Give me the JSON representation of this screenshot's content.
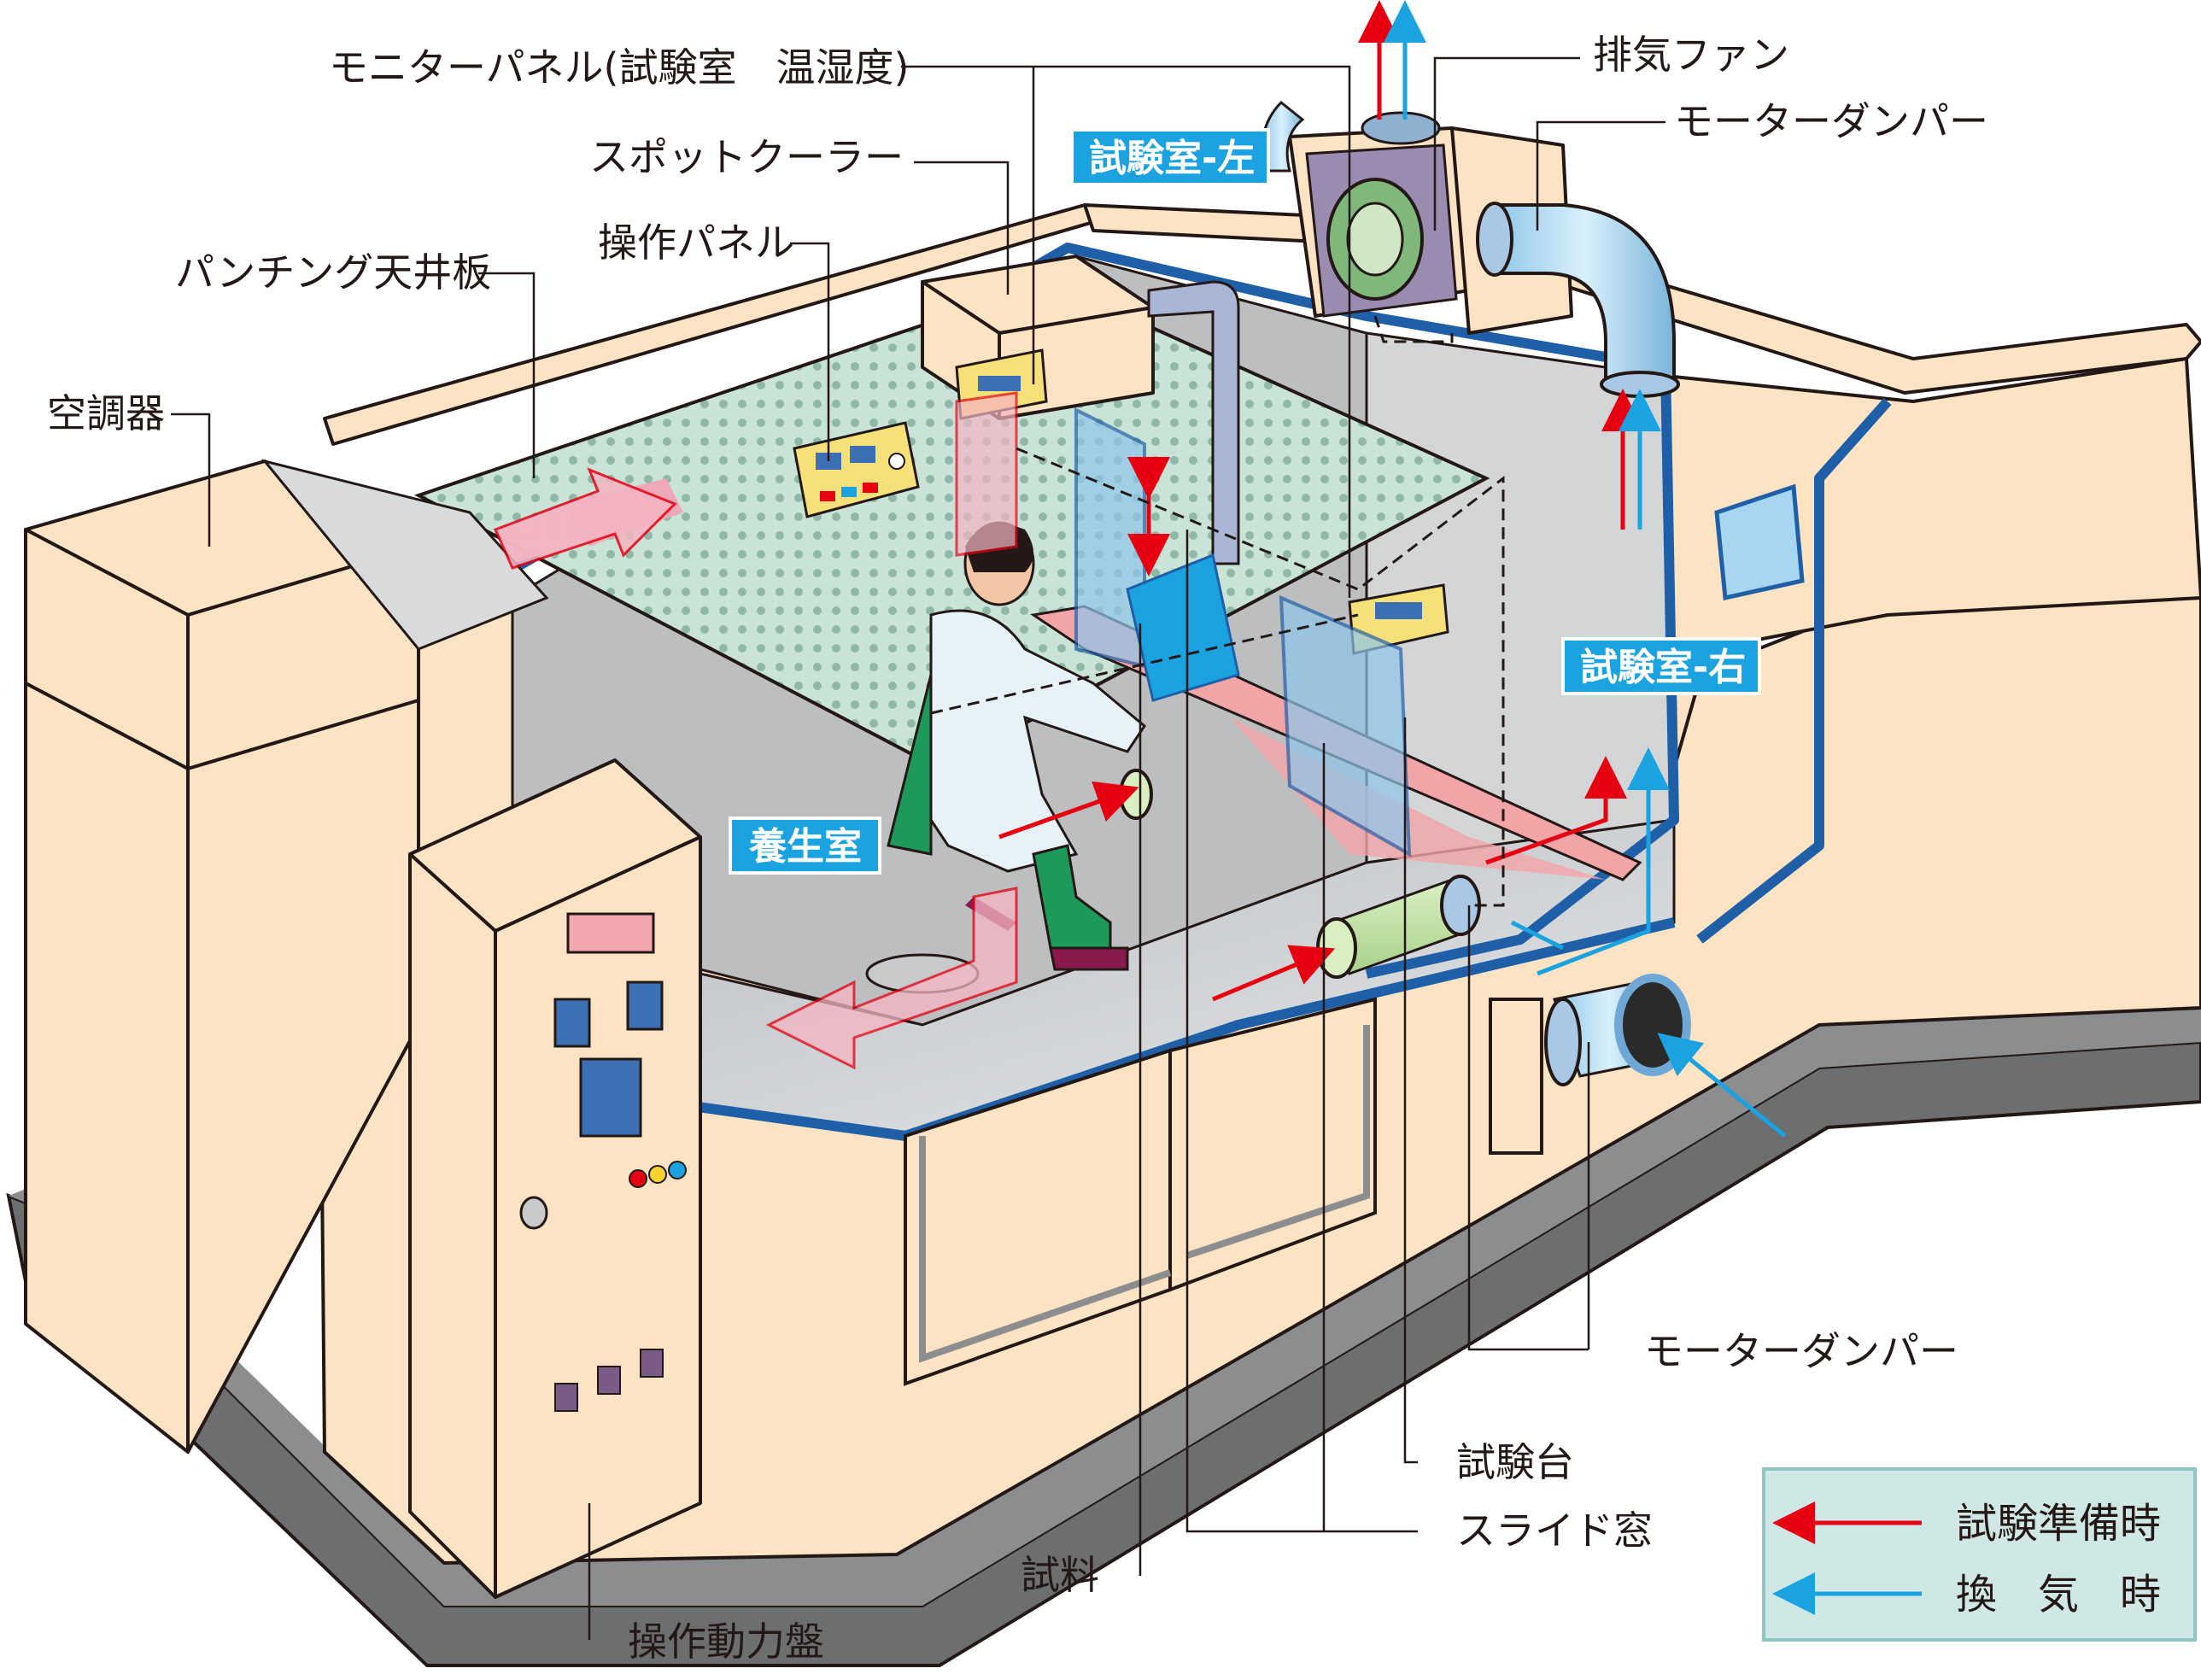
{
  "labels": {
    "monitor_panel": "モニターパネル(試験室　温湿度)",
    "spot_cooler": "スポットクーラー",
    "control_panel": "操作パネル",
    "punching_ceiling": "パンチング天井板",
    "air_conditioner": "空調器",
    "exhaust_fan": "排気ファン",
    "motor_damper_top": "モーターダンパー",
    "motor_damper_bottom": "モーターダンパー",
    "test_table": "試験台",
    "slide_window": "スライド窓",
    "sample": "試料",
    "power_panel": "操作動力盤"
  },
  "room_tags": {
    "test_room_left": "試験室-左",
    "test_room_right": "試験室-右",
    "curing_room": "養生室"
  },
  "legend": {
    "test_prep": "試験準備時",
    "ventilation": "換　気　時"
  },
  "colors": {
    "test_prep_arrow": "#e60012",
    "ventilation_arrow": "#1aa3e0",
    "room_tag_bg": "#1aa3e0",
    "legend_bg": "#cfe8e6",
    "cabinet": "#fce3c4",
    "blue_trim": "#1f5fa8"
  },
  "icons": {
    "up_arrow_red": "arrow-up-red-icon",
    "up_arrow_cyan": "arrow-up-cyan-icon",
    "airflow_pink": "airflow-arrow-icon"
  }
}
